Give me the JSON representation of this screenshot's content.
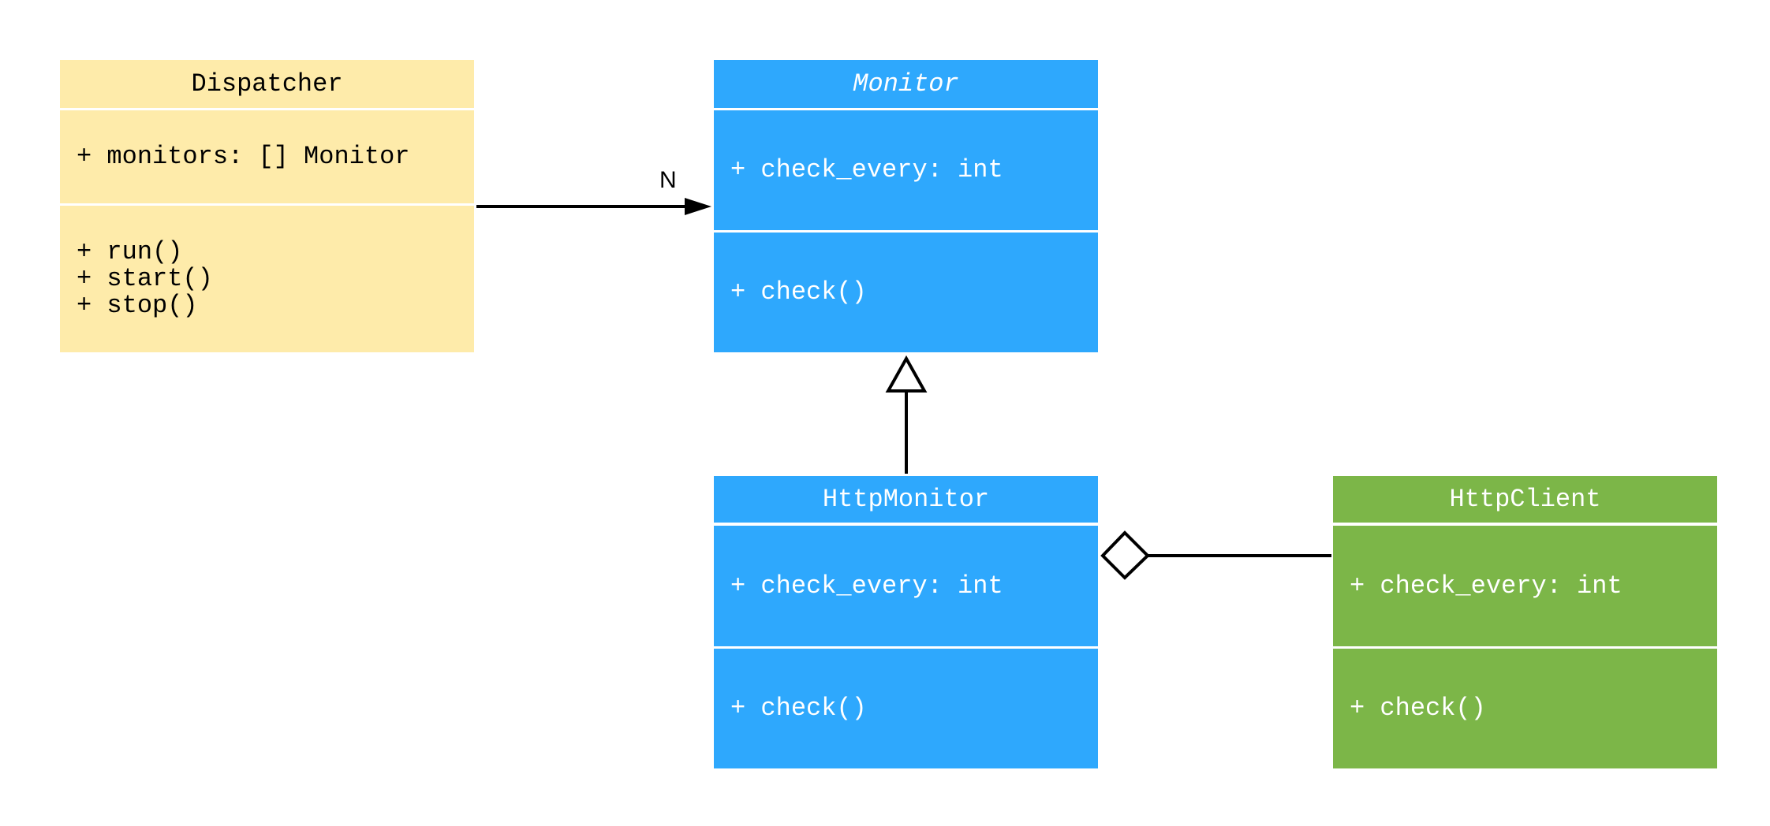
{
  "classes": {
    "dispatcher": {
      "name": "Dispatcher",
      "attributes": "+ monitors: [] Monitor",
      "methods": "+ run()\n+ start()\n+ stop()",
      "color": "#FEEBAA"
    },
    "monitor": {
      "name": "Monitor",
      "attributes": "+ check_every: int",
      "methods": "+ check()",
      "color": "#2EA8FD",
      "abstract": true
    },
    "http_monitor": {
      "name": "HttpMonitor",
      "attributes": "+ check_every: int",
      "methods": "+ check()",
      "color": "#2EA8FD"
    },
    "http_client": {
      "name": "HttpClient",
      "attributes": "+ check_every: int",
      "methods": "+ check()",
      "color": "#7CB648"
    }
  },
  "relations": [
    {
      "from": "Dispatcher",
      "to": "Monitor",
      "type": "association",
      "multiplicity": "N"
    },
    {
      "from": "HttpMonitor",
      "to": "Monitor",
      "type": "inheritance"
    },
    {
      "from": "HttpClient",
      "to": "HttpMonitor",
      "type": "aggregation"
    }
  ]
}
